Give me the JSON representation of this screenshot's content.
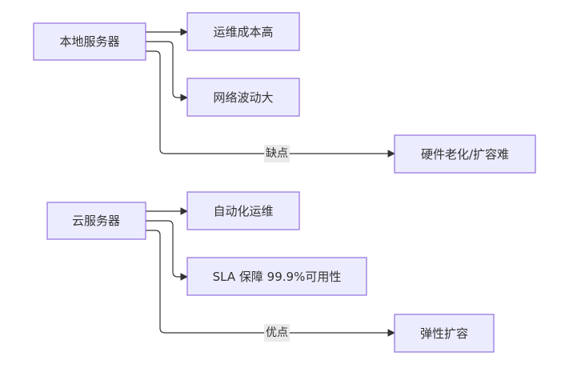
{
  "colors": {
    "node_fill": "#ECECFF",
    "node_border": "#9370DB",
    "edge": "#333333",
    "label_bg": "#e8e8e8"
  },
  "nodes": {
    "local": "本地服务器",
    "local_c1": "运维成本高",
    "local_c2": "网络波动大",
    "local_c3": "硬件老化/扩容难",
    "cloud": "云服务器",
    "cloud_p1": "自动化运维",
    "cloud_p2": "SLA 保障 99.9%可用性",
    "cloud_p3": "弹性扩容"
  },
  "edges": {
    "local_label": "缺点",
    "cloud_label": "优点"
  }
}
